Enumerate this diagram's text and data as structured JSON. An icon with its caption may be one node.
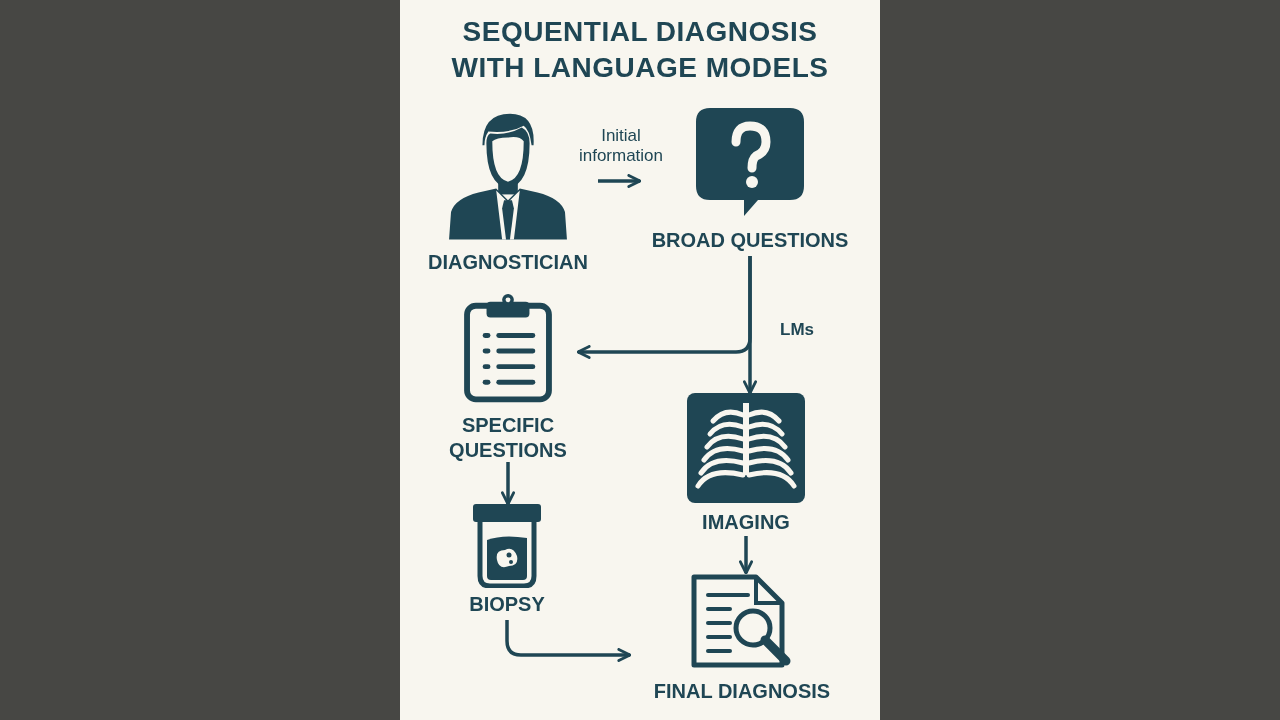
{
  "diagram": {
    "title": "SEQUENTIAL DIAGNOSIS WITH LANGUAGE MODELS",
    "nodes": [
      {
        "text": [
          "DIAGNOSTICIAN"
        ]
      },
      {
        "text": [
          "BROAD QUESTIONS"
        ]
      },
      {
        "text": [
          "SPECIFIC QUESTIONS"
        ]
      },
      {
        "text": [
          "IMAGING"
        ]
      },
      {
        "text": [
          "BIOPSY"
        ]
      },
      {
        "text": [
          "FINAL DIAGNOSIS"
        ]
      }
    ],
    "edges": [
      {
        "from": 0,
        "to": 1,
        "arrow": "to",
        "label": "Initial information"
      },
      {
        "from": 1,
        "to": 2,
        "arrow": "to"
      },
      {
        "from": 1,
        "to": 3,
        "arrow": "to",
        "label": "LMs"
      },
      {
        "from": 2,
        "to": 4,
        "arrow": "to"
      },
      {
        "from": 3,
        "to": 5,
        "arrow": "to"
      },
      {
        "from": 4,
        "to": 5,
        "arrow": "to"
      }
    ]
  }
}
